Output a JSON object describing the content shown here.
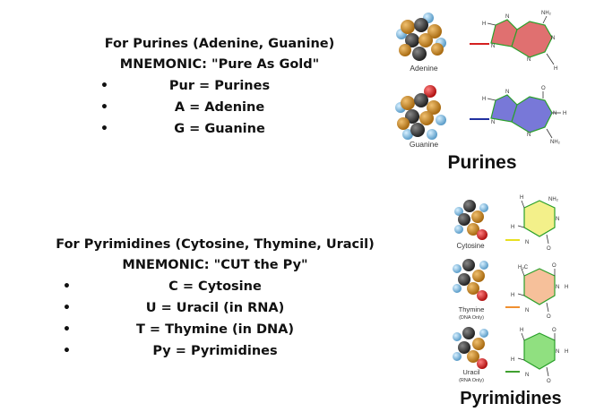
{
  "purines_text": {
    "title": "For Purines (Adenine, Guanine)",
    "mnemonic": "MNEMONIC: \"Pure As Gold\"",
    "items": [
      "Pur = Purines",
      "A = Adenine",
      "G = Guanine"
    ]
  },
  "pyrimidines_text": {
    "title": "For Pyrimidines (Cytosine, Thymine, Uracil)",
    "mnemonic": "MNEMONIC: \"CUT the Py\"",
    "items": [
      "C = Cytosine",
      "U = Uracil (in RNA)",
      "T = Thymine (in DNA)",
      "Py = Pyrimidines"
    ]
  },
  "figure": {
    "purines_heading": "Purines",
    "pyrimidines_heading": "Pyrimidines",
    "adenine": {
      "name": "Adenine",
      "color": "#e07070",
      "line_color": "#d42020"
    },
    "guanine": {
      "name": "Guanine",
      "color": "#7878d8",
      "line_color": "#2030a0"
    },
    "cytosine": {
      "name": "Cytosine",
      "color": "#f3f08a",
      "line_color": "#e8e020"
    },
    "thymine": {
      "name": "Thymine",
      "sub": "(DNA Only)",
      "color": "#f6c09a",
      "line_color": "#f09030"
    },
    "uracil": {
      "name": "Uracil",
      "sub": "(RNA Only)",
      "color": "#90e080",
      "line_color": "#40a030"
    },
    "atoms": {
      "H": "H",
      "N": "N",
      "O": "O",
      "NH2": "NH₂",
      "H3C": "H₃C"
    }
  }
}
